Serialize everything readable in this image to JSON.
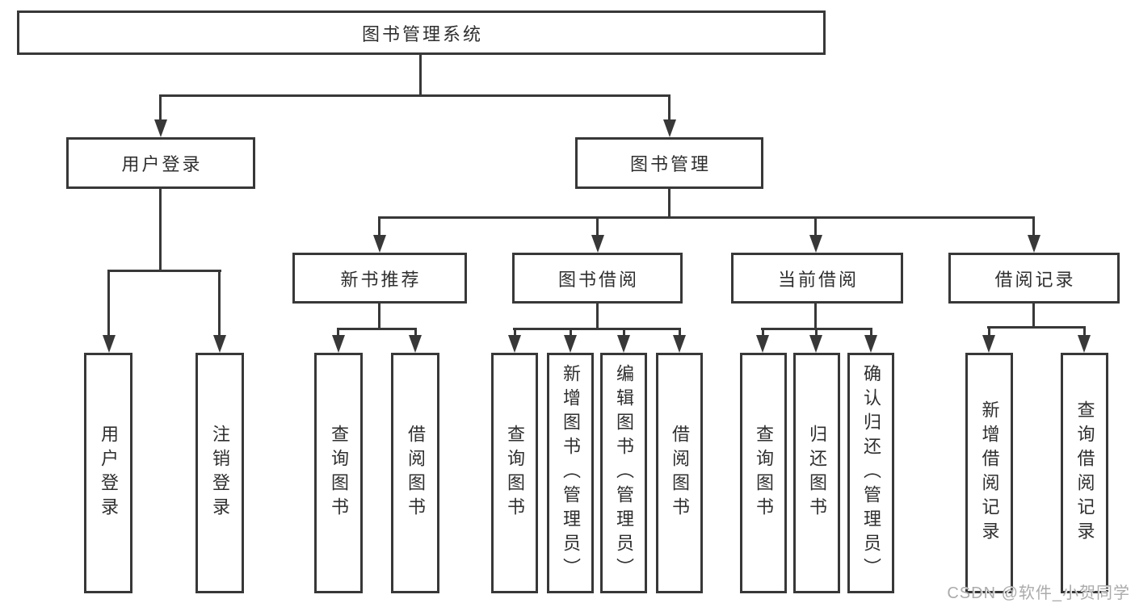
{
  "diagram": {
    "root": {
      "label": "图书管理系统"
    },
    "level2": [
      {
        "label": "用户登录"
      },
      {
        "label": "图书管理"
      }
    ],
    "level3": [
      {
        "label": "新书推荐"
      },
      {
        "label": "图书借阅"
      },
      {
        "label": "当前借阅"
      },
      {
        "label": "借阅记录"
      }
    ],
    "leaves": {
      "user_login": [
        {
          "label": "用户登录"
        },
        {
          "label": "注销登录"
        }
      ],
      "new_book": [
        {
          "label": "查询图书"
        },
        {
          "label": "借阅图书"
        }
      ],
      "book_borrow": [
        {
          "label": "查询图书"
        },
        {
          "label": "新增图书（管理员）"
        },
        {
          "label": "编辑图书（管理员）"
        },
        {
          "label": "借阅图书"
        }
      ],
      "current_borrow": [
        {
          "label": "查询图书"
        },
        {
          "label": "归还图书"
        },
        {
          "label": "确认归还（管理员）"
        }
      ],
      "borrow_record": [
        {
          "label": "新增借阅记录"
        },
        {
          "label": "查询借阅记录"
        }
      ]
    },
    "watermark": "CSDN @软件_小贺同学",
    "colors": {
      "line": "#383838",
      "text": "#2f2f2f",
      "watermark": "#ababab",
      "background": "#ffffff"
    }
  }
}
